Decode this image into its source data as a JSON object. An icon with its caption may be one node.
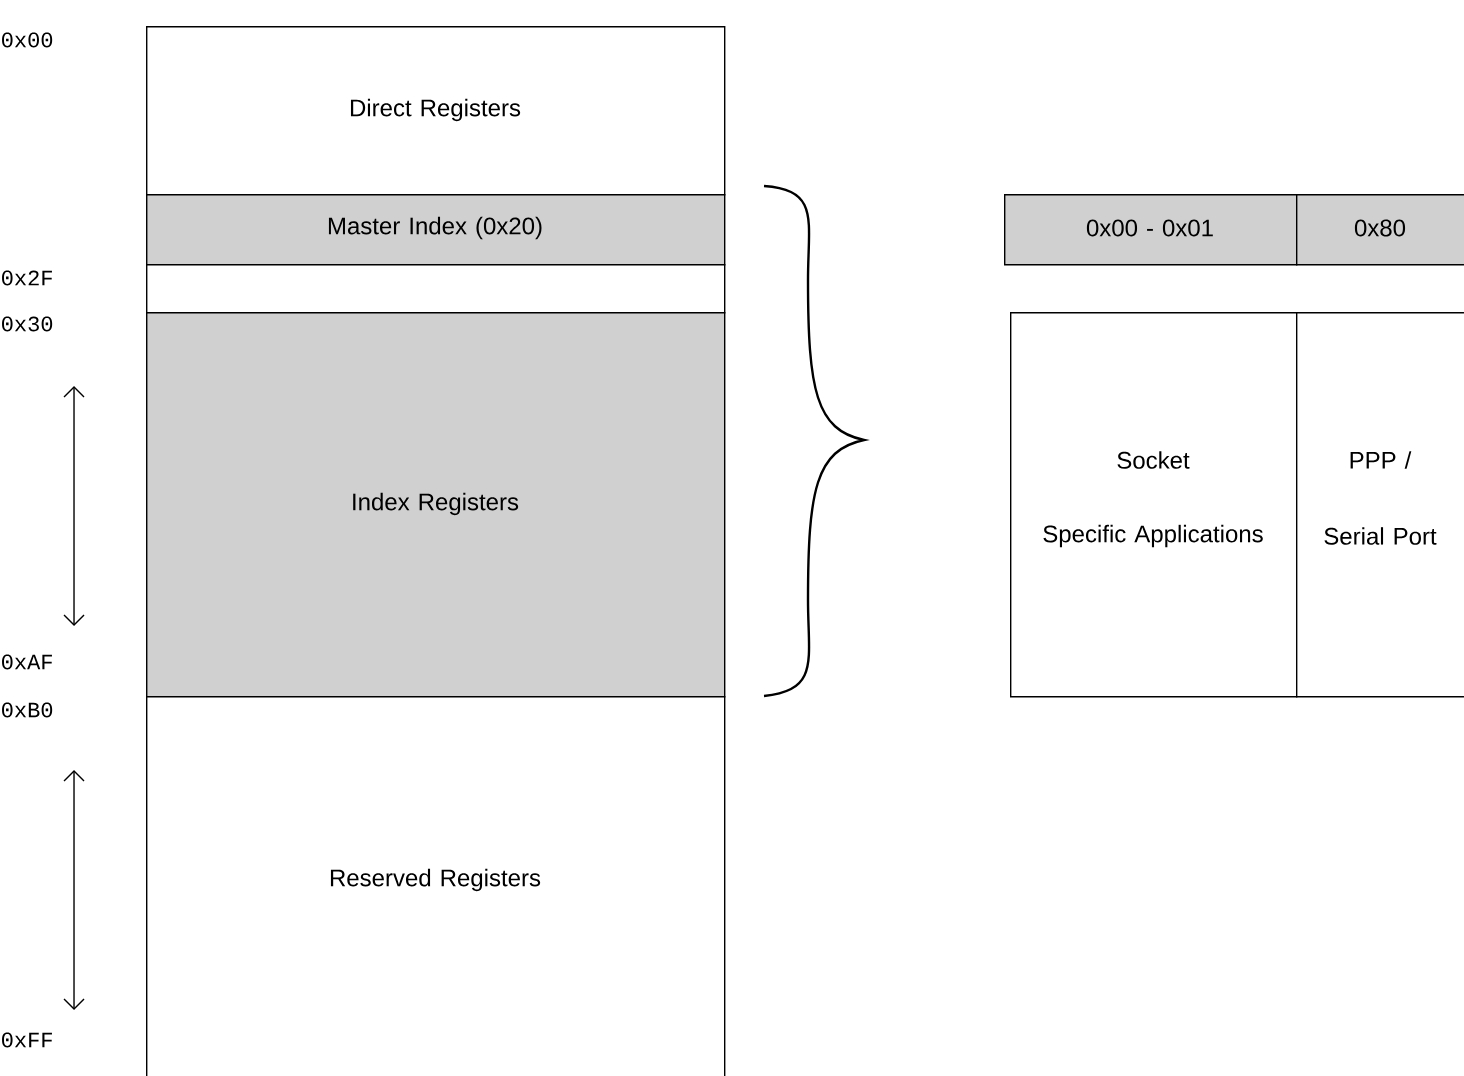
{
  "diagram": {
    "nodes": [
      {
        "text": [
          "Direct Registers"
        ]
      },
      {
        "text": [
          "Master Index (0x20)"
        ]
      },
      {
        "text": [],
        "shape": "box"
      },
      {
        "text": [
          "Index Registers"
        ]
      },
      {
        "text": [
          "Reserved Registers"
        ]
      },
      {
        "text": [
          "0x00 - 0x01"
        ]
      },
      {
        "text": [
          "0x80"
        ]
      },
      {
        "text": [
          "Socket",
          "Specific Applications"
        ]
      },
      {
        "text": [
          "PPP /",
          "Serial Port"
        ]
      }
    ],
    "labels": [
      "0x00",
      "0x2F",
      "0x30",
      "0xAF",
      "0xB0",
      "0xFF"
    ]
  }
}
